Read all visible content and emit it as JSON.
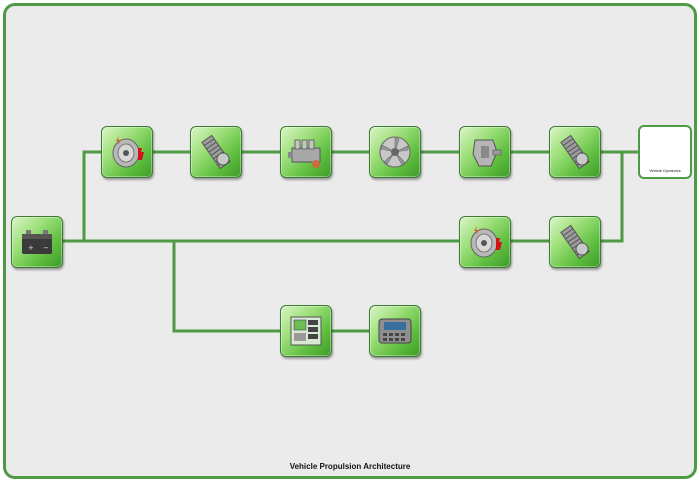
{
  "diagram": {
    "title": "Vehicle Propulsion Architecture",
    "output_label": "Vehicle Dynamics",
    "colors": {
      "wire": "#4f9a44",
      "frame": "#4f9a44",
      "background": "#ebebeb"
    },
    "components": [
      {
        "id": "battery",
        "icon": "battery-icon"
      },
      {
        "id": "motor-generator-1",
        "icon": "electric-motor-icon"
      },
      {
        "id": "gear-1",
        "icon": "gear-icon"
      },
      {
        "id": "engine",
        "icon": "engine-icon"
      },
      {
        "id": "torque-converter",
        "icon": "torque-converter-icon"
      },
      {
        "id": "transmission",
        "icon": "transmission-icon"
      },
      {
        "id": "gear-2",
        "icon": "gear-icon"
      },
      {
        "id": "motor-generator-2",
        "icon": "electric-motor-icon"
      },
      {
        "id": "gear-3",
        "icon": "gear-icon"
      },
      {
        "id": "controller",
        "icon": "controller-board-icon"
      },
      {
        "id": "display-panel",
        "icon": "dashboard-display-icon"
      }
    ]
  }
}
